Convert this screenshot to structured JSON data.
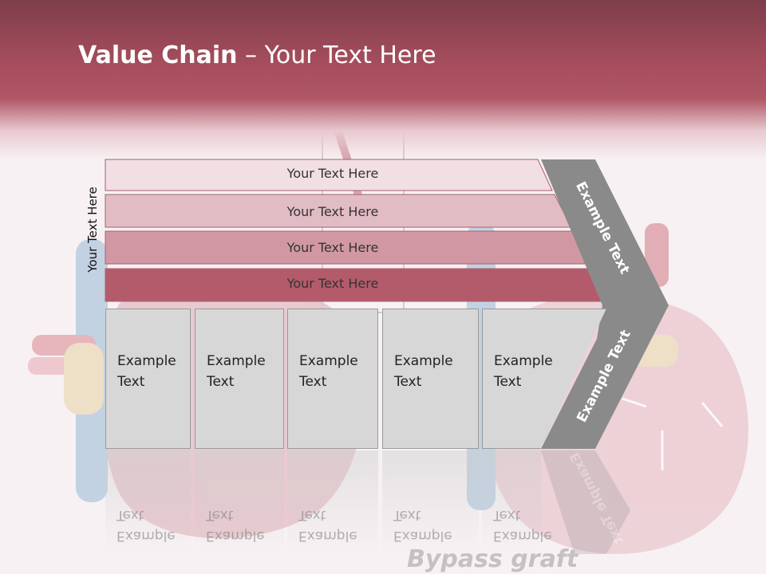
{
  "slide": {
    "title_bold": "Value Chain",
    "title_rest": " – Your Text Here",
    "side_label": "Your Text Here"
  },
  "bands": [
    {
      "label": "Your Text Here",
      "color": "#f1dfe3"
    },
    {
      "label": "Your Text Here",
      "color": "#e2bcc4"
    },
    {
      "label": "Your Text Here",
      "color": "#d198a3"
    },
    {
      "label": "Your Text Here",
      "color": "#b45b6b"
    }
  ],
  "boxes": [
    {
      "label": "Example Text"
    },
    {
      "label": "Example Text"
    },
    {
      "label": "Example Text"
    },
    {
      "label": "Example Text"
    },
    {
      "label": "Example Text"
    }
  ],
  "arrow": {
    "upper_label": "Example Text",
    "lower_label": "Example Text",
    "color": "#8a8a8a"
  },
  "watermark": "Bypass graft",
  "reflections": {
    "box_text": "Example Text",
    "arrow_text": "Example Text"
  },
  "colors": {
    "header": "#a64d5d",
    "box_fill": "#d7d7d7",
    "heart": "#d9a3ae",
    "vessel_blue": "#8fb4d2"
  }
}
